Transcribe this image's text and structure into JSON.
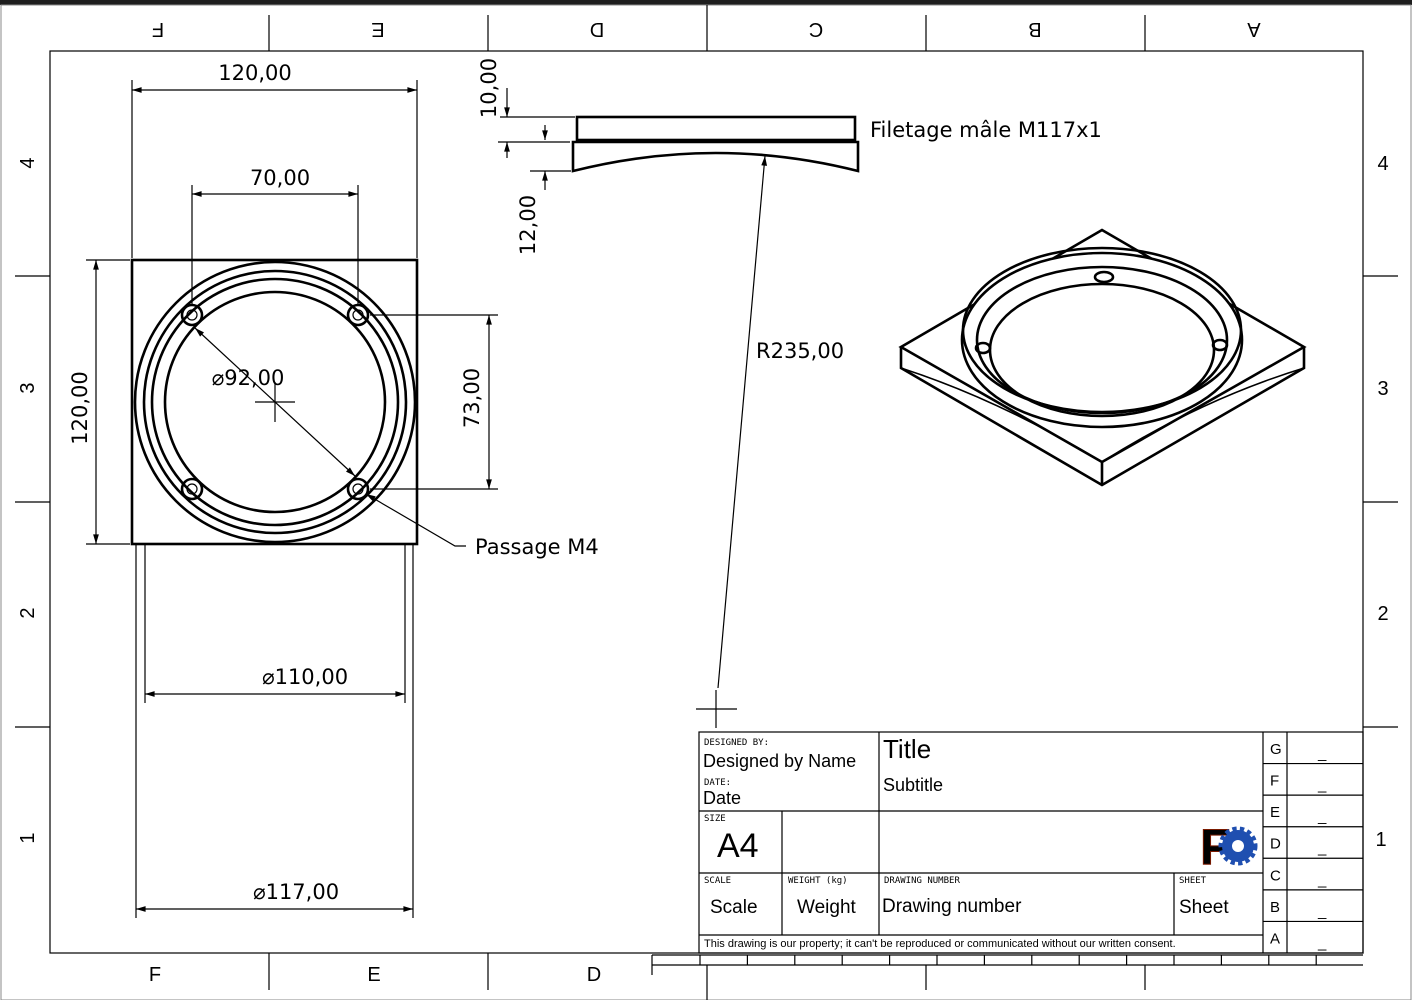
{
  "zones": {
    "columns": [
      "F",
      "E",
      "D",
      "C",
      "B",
      "A"
    ],
    "rows": [
      "4",
      "3",
      "2",
      "1"
    ]
  },
  "dimensions": {
    "width_top": "120,00",
    "hole_spacing_x": "70,00",
    "height_left": "120,00",
    "hole_circle": "⌀92,00",
    "hole_spacing_y": "73,00",
    "diam_110": "⌀110,00",
    "diam_117": "⌀117,00",
    "thickness_10": "10,00",
    "thickness_12": "12,00",
    "radius": "R235,00"
  },
  "annotations": {
    "thread": "Filetage mâle M117x1",
    "holes": "Passage M4"
  },
  "title_block": {
    "designed_by_label": "DESIGNED BY:",
    "designed_by": "Designed by Name",
    "date_label": "DATE:",
    "date": "Date",
    "title": "Title",
    "subtitle": "Subtitle",
    "size_label": "SIZE",
    "size": "A4",
    "scale_label": "SCALE",
    "scale": "Scale",
    "weight_label": "WEIGHT (kg)",
    "weight": "Weight",
    "drawing_number_label": "DRAWING NUMBER",
    "drawing_number": "Drawing number",
    "sheet_label": "SHEET",
    "sheet": "Sheet",
    "disclaimer": "This drawing is our property; it can't be reproduced or communicated without our written consent.",
    "revisions": [
      {
        "letter": "G",
        "value": "_"
      },
      {
        "letter": "F",
        "value": "_"
      },
      {
        "letter": "E",
        "value": "_"
      },
      {
        "letter": "D",
        "value": "_"
      },
      {
        "letter": "C",
        "value": "_"
      },
      {
        "letter": "B",
        "value": "_"
      },
      {
        "letter": "A",
        "value": "_"
      }
    ],
    "logo": "F"
  },
  "colors": {
    "logo_red": "#e0401a",
    "logo_blue": "#1f4fb0"
  }
}
